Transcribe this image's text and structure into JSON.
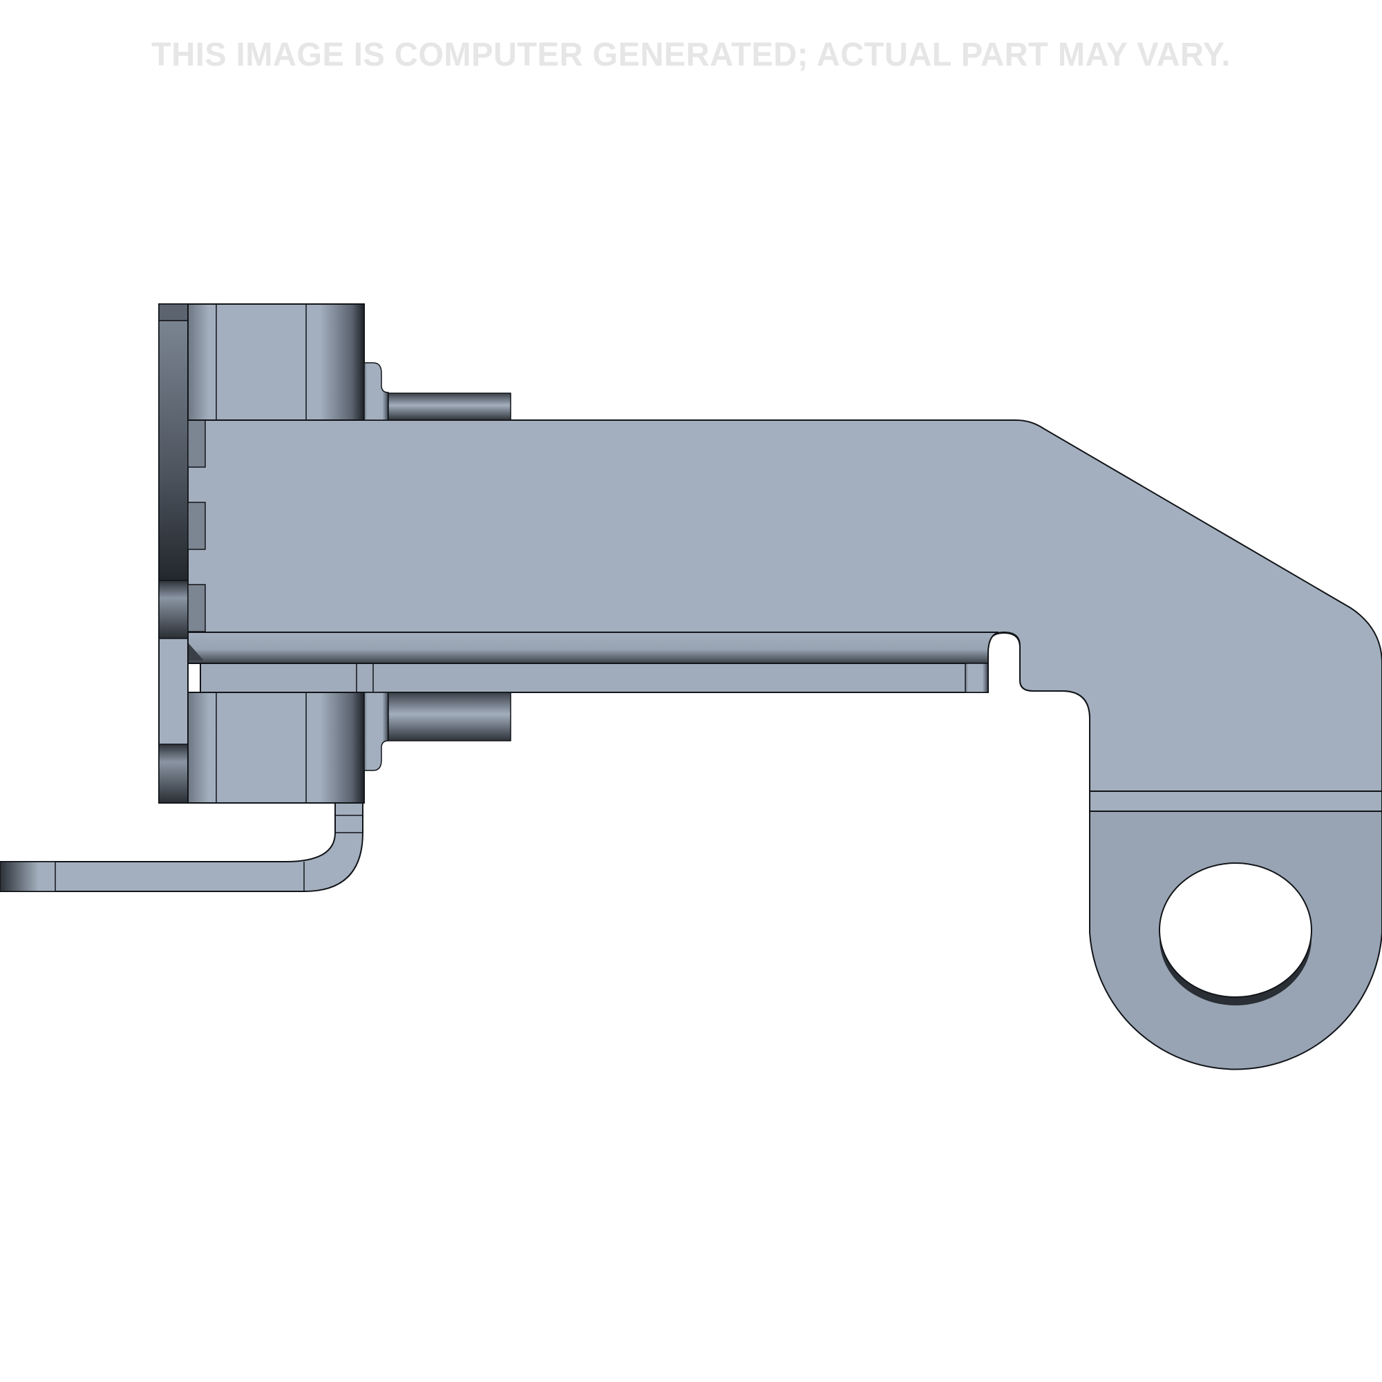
{
  "disclaimer": {
    "text": "THIS IMAGE IS COMPUTER GENERATED; ACTUAL PART MAY VARY."
  },
  "part": {
    "description": "Sheet-metal bracket with cylindrical mounting bosses, slot, bent leg and eyelet lug",
    "colors": {
      "face": "#a3afbe",
      "lug_face": "#98a4b3",
      "shadow": "#2a2f36",
      "edge": "#111418",
      "background": "#ffffff",
      "watermark": "#e6e6e6"
    },
    "features": [
      {
        "name": "main-plate"
      },
      {
        "name": "flange"
      },
      {
        "name": "upper-boss"
      },
      {
        "name": "lower-boss"
      },
      {
        "name": "lower-rib"
      },
      {
        "name": "slot"
      },
      {
        "name": "bent-leg"
      },
      {
        "name": "eyelet-lug"
      },
      {
        "name": "eyelet-hole"
      }
    ]
  }
}
